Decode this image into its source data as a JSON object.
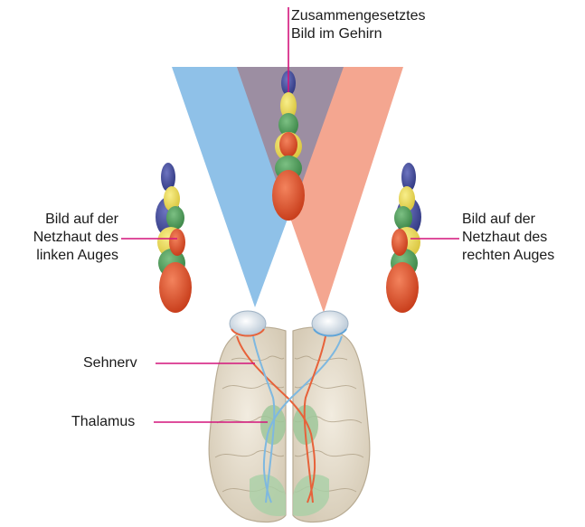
{
  "labels": {
    "composite_image": [
      "Zusammengesetztes",
      "Bild im Gehirn"
    ],
    "left_eye_image": [
      "Bild auf der",
      "Netzhaut des",
      "linken Auges"
    ],
    "right_eye_image": [
      "Bild auf der",
      "Netzhaut des",
      "rechten Auges"
    ],
    "optic_nerve": "Sehnerv",
    "thalamus": "Thalamus"
  },
  "colors": {
    "left_field": "#8fc1e8",
    "right_field": "#f4a690",
    "overlap": "#9c8ea2",
    "leader_line": "#d4147c",
    "blue": "#3f4798",
    "yellow": "#ecd84f",
    "green": "#4f9e5a",
    "red": "#e1502c",
    "brain": "#e9e1d3"
  }
}
